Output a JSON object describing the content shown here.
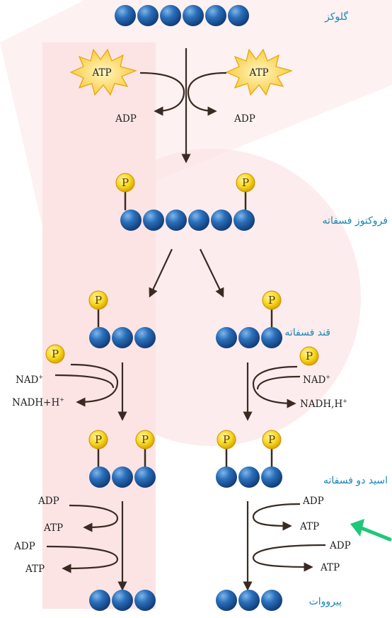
{
  "labels": {
    "glucose": "گلوکز",
    "fructose_phosphate": "فروکتوز فسفاته",
    "sugar_phosphate": "قند فسفاته",
    "diphospho_acid": "اسید دو فسفاته",
    "pyruvate": "پیرووات"
  },
  "molecules": {
    "atp": "ATP",
    "adp": "ADP",
    "phosphate": "P",
    "nad": "NAD",
    "nad_sup": "+",
    "nadh_left": "NADH+H",
    "nadh_left_sup": "+",
    "nadh_right": "NADH,H",
    "nadh_right_sup": "+"
  },
  "colors": {
    "carbon_ball": "#1c5fa8",
    "phosphate": "#f5d21b",
    "arrow": "#3a2a22",
    "highlight_arrow": "#1ec87a",
    "label": "#1a87b4",
    "watermark": "#e8323a"
  }
}
